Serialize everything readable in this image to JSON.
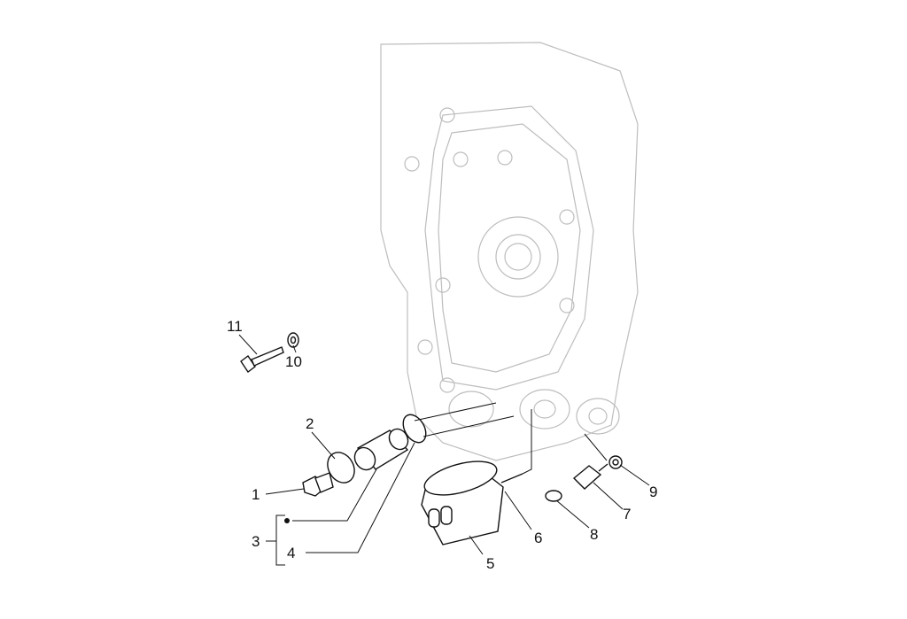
{
  "diagram": {
    "title": "",
    "callouts": [
      {
        "id": "1",
        "text": "1"
      },
      {
        "id": "2",
        "text": "2"
      },
      {
        "id": "3",
        "text": "3"
      },
      {
        "id": "4",
        "text": "4"
      },
      {
        "id": "5",
        "text": "5"
      },
      {
        "id": "6",
        "text": "6"
      },
      {
        "id": "7",
        "text": "7"
      },
      {
        "id": "8",
        "text": "8"
      },
      {
        "id": "9",
        "text": "9"
      },
      {
        "id": "10",
        "text": "10"
      },
      {
        "id": "11",
        "text": "11"
      }
    ]
  }
}
